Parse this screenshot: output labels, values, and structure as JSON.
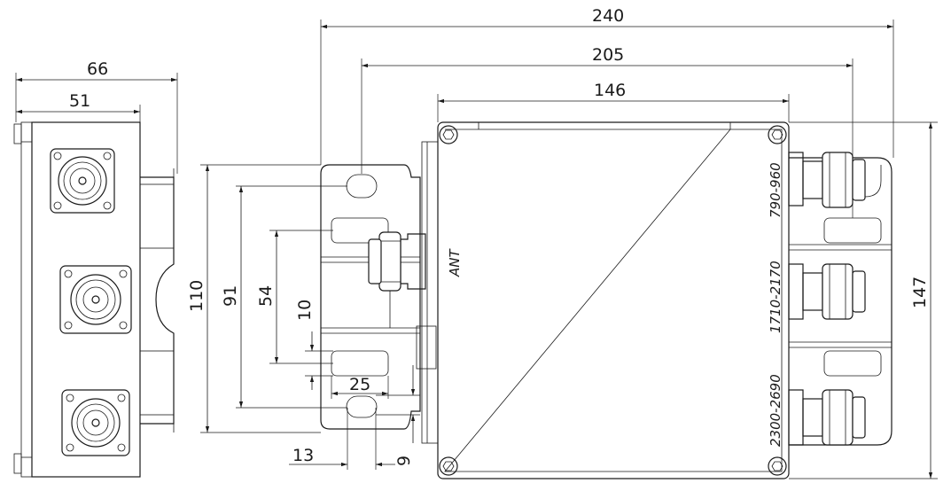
{
  "dimensions": {
    "d240": "240",
    "d205": "205",
    "d146": "146",
    "d66": "66",
    "d51": "51",
    "d147": "147",
    "d110": "110",
    "d91": "91",
    "d54": "54",
    "d10": "10",
    "d25": "25",
    "d13": "13",
    "d9": "9"
  },
  "port_labels": {
    "ant": "ANT",
    "p1": "790-960",
    "p2": "1710-2170",
    "p3": "2300-2690"
  }
}
